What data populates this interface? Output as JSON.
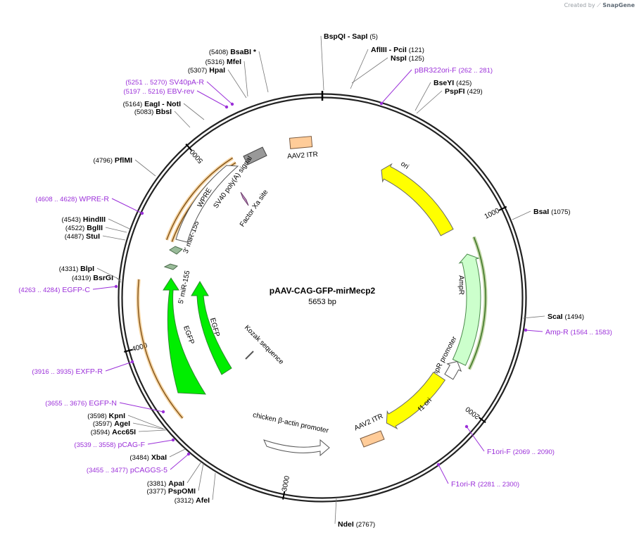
{
  "branding": {
    "created_by": "Created by",
    "app": "SnapGene"
  },
  "plasmid": {
    "name": "pAAV-CAG-GFP-mirMecp2",
    "size": "5653 bp",
    "length": 5653
  },
  "colors": {
    "backbone": "#222222",
    "enzyme": "#000000",
    "primer": "#9b30d9",
    "ori": "#ffff00",
    "itr": "#ffcc99",
    "egfp": "#00ee00",
    "ampr": "#ccffcc",
    "promoter": "#ffffff",
    "polya": "#999999",
    "mir": "#99bb99",
    "wpre": "#ffffff",
    "orange_arc": "#e8a030"
  },
  "ticks": [
    {
      "pos": 1000,
      "label": "1000"
    },
    {
      "pos": 2000,
      "label": "2000"
    },
    {
      "pos": 3000,
      "label": "3000"
    },
    {
      "pos": 4000,
      "label": "4000"
    },
    {
      "pos": 5000,
      "label": "5000"
    }
  ],
  "enzymes": [
    {
      "name": "BspQI",
      "extra": "- SapI",
      "pos": "(5)"
    },
    {
      "name": "AflIII",
      "extra": "- PciI",
      "pos": "(121)"
    },
    {
      "name": "NspI",
      "extra": "",
      "pos": "(125)"
    },
    {
      "name": "BseYI",
      "extra": "",
      "pos": "(425)"
    },
    {
      "name": "PspFI",
      "extra": "",
      "pos": "(429)"
    },
    {
      "name": "BsaI",
      "extra": "",
      "pos": "(1075)"
    },
    {
      "name": "ScaI",
      "extra": "",
      "pos": "(1494)"
    },
    {
      "name": "NdeI",
      "extra": "",
      "pos": "(2767)"
    },
    {
      "name": "AfeI",
      "extra": "",
      "pos": "(3312)"
    },
    {
      "name": "PspOMI",
      "extra": "",
      "pos": "(3377)"
    },
    {
      "name": "ApaI",
      "extra": "",
      "pos": "(3381)"
    },
    {
      "name": "XbaI",
      "extra": "",
      "pos": "(3484)"
    },
    {
      "name": "Acc65I",
      "extra": "",
      "pos": "(3594)"
    },
    {
      "name": "AgeI",
      "extra": "",
      "pos": "(3597)"
    },
    {
      "name": "KpnI",
      "extra": "",
      "pos": "(3598)"
    },
    {
      "name": "BsrGI",
      "extra": "",
      "pos": "(4319)"
    },
    {
      "name": "BlpI",
      "extra": "",
      "pos": "(4331)"
    },
    {
      "name": "StuI",
      "extra": "",
      "pos": "(4487)"
    },
    {
      "name": "BglII",
      "extra": "",
      "pos": "(4522)"
    },
    {
      "name": "HindIII",
      "extra": "",
      "pos": "(4543)"
    },
    {
      "name": "PflMI",
      "extra": "",
      "pos": "(4796)"
    },
    {
      "name": "BbsI",
      "extra": "",
      "pos": "(5083)"
    },
    {
      "name": "EagI",
      "extra": "- NotI",
      "pos": "(5164)"
    },
    {
      "name": "HpaI",
      "extra": "",
      "pos": "(5307)"
    },
    {
      "name": "MfeI",
      "extra": "",
      "pos": "(5316)"
    },
    {
      "name": "BsaBI",
      "extra": "*",
      "pos": "(5408)"
    }
  ],
  "primers": [
    {
      "name": "pBR322ori-F",
      "range": "(262 .. 281)"
    },
    {
      "name": "Amp-R",
      "range": "(1564 .. 1583)"
    },
    {
      "name": "F1ori-F",
      "range": "(2069 .. 2090)"
    },
    {
      "name": "F1ori-R",
      "range": "(2281 .. 2300)"
    },
    {
      "name": "pCAGGS-5",
      "range": "(3455 .. 3477)"
    },
    {
      "name": "pCAG-F",
      "range": "(3539 .. 3558)"
    },
    {
      "name": "EGFP-N",
      "range": "(3655 .. 3676)"
    },
    {
      "name": "EXFP-R",
      "range": "(3916 .. 3935)"
    },
    {
      "name": "EGFP-C",
      "range": "(4263 .. 4284)"
    },
    {
      "name": "WPRE-R",
      "range": "(4608 .. 4628)"
    },
    {
      "name": "EBV-rev",
      "range": "(5197 .. 5216)"
    },
    {
      "name": "SV40pA-R",
      "range": "(5251 .. 5270)"
    }
  ],
  "features": [
    {
      "name": "ori",
      "start": 390,
      "end": 979,
      "dir": -1,
      "type": "ori"
    },
    {
      "name": "AmpR",
      "start": 1150,
      "end": 1810,
      "dir": -1,
      "type": "ampr"
    },
    {
      "name": "AmpR promoter",
      "start": 1810,
      "end": 1915,
      "dir": -1,
      "type": "promoter"
    },
    {
      "name": "f1 ori",
      "start": 1945,
      "end": 2400,
      "dir": 1,
      "type": "ori"
    },
    {
      "name": "AAV2 ITR",
      "start": 2470,
      "end": 2580,
      "dir": 0,
      "type": "itr"
    },
    {
      "name": "chicken β-actin promoter",
      "start": 2970,
      "end": 3250,
      "dir": -1,
      "type": "promoter"
    },
    {
      "name": "Kozak sequence",
      "start": 0,
      "end": 0,
      "dir": 0,
      "type": "kozak"
    },
    {
      "name": "EGFP",
      "start": 3600,
      "end": 4318,
      "dir": 1,
      "type": "egfp"
    },
    {
      "name": "EGFP",
      "start": 3610,
      "end": 4305,
      "dir": 1,
      "type": "egfp"
    },
    {
      "name": "5' miR-155",
      "start": 4345,
      "end": 4400,
      "dir": -1,
      "type": "mir"
    },
    {
      "name": "3' miR-155",
      "start": 4440,
      "end": 4500,
      "dir": -1,
      "type": "mir"
    },
    {
      "name": "WPRE",
      "start": 4545,
      "end": 5130,
      "dir": 1,
      "type": "wpre"
    },
    {
      "name": "Factor Xa site",
      "start": 0,
      "end": 0,
      "dir": 0,
      "type": "xa"
    },
    {
      "name": "SV40 poly(A) signal",
      "start": 5270,
      "end": 5390,
      "dir": 0,
      "type": "polya"
    },
    {
      "name": "AAV2 ITR",
      "start": 5480,
      "end": 5620,
      "dir": 0,
      "type": "itr"
    }
  ]
}
